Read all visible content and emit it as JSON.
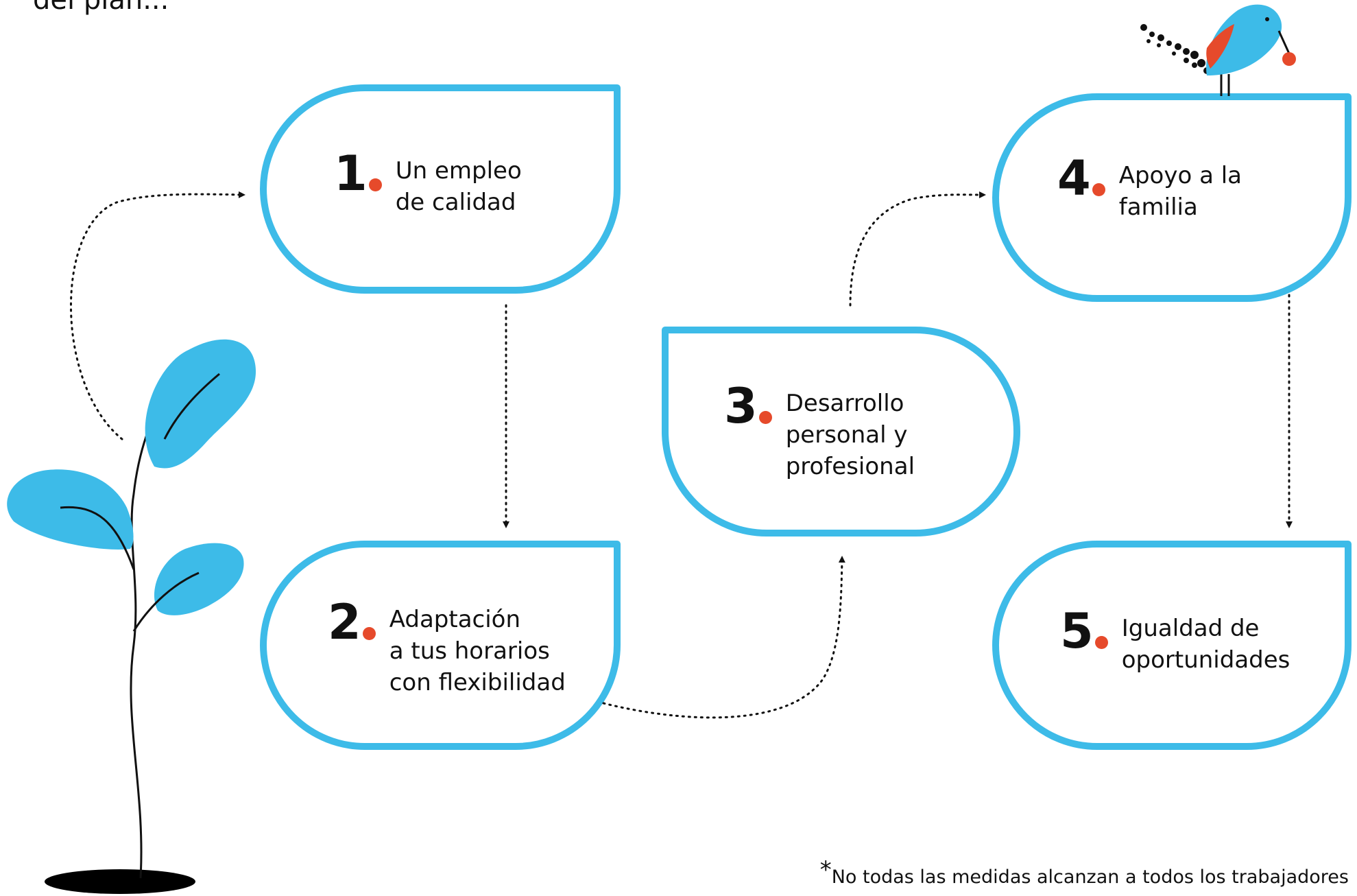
{
  "intro_text": "del plan...",
  "steps": [
    {
      "number": "1",
      "lines": [
        "Un empleo",
        "de calidad"
      ]
    },
    {
      "number": "2",
      "lines": [
        "Adaptación",
        "a tus horarios",
        "con flexibilidad"
      ]
    },
    {
      "number": "3",
      "lines": [
        "Desarrollo",
        "personal y",
        "profesional"
      ]
    },
    {
      "number": "4",
      "lines": [
        "Apoyo a la",
        "familia"
      ]
    },
    {
      "number": "5",
      "lines": [
        "Igualdad de",
        "oportunidades"
      ]
    }
  ],
  "footnote": {
    "marker": "*",
    "text": "No todas las medidas alcanzan a todos los trabajadores"
  },
  "colors": {
    "box_outline": "#3dbbe8",
    "leaf": "#3dbbe8",
    "accent_dot": "#e64a2b",
    "text": "#111111"
  },
  "icons": {
    "plant": "plant-sprout-icon",
    "bird": "bird-icon"
  }
}
